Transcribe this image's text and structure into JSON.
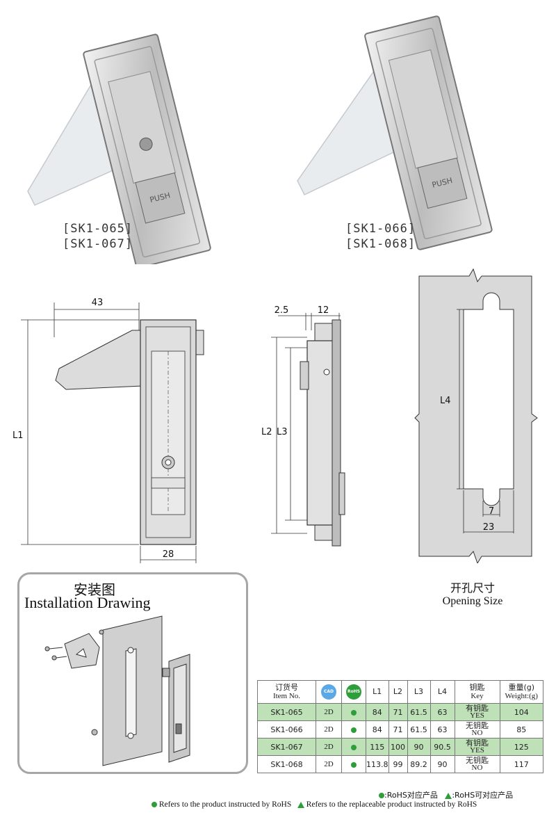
{
  "products": {
    "left": {
      "code1": "[SK1-065]",
      "code2": "[SK1-067]"
    },
    "right": {
      "code1": "[SK1-066]",
      "code2": "[SK1-068]"
    },
    "button_text": "PUSH"
  },
  "dimensions": {
    "d43": "43",
    "l1": "L1",
    "d28": "28",
    "d2_5": "2.5",
    "d12": "12",
    "l2": "L2",
    "l3": "L3",
    "l4": "L4",
    "d7": "7",
    "d23": "23"
  },
  "opening": {
    "title_cn": "开孔尺寸",
    "title_en": "Opening Size"
  },
  "installation": {
    "title_cn": "安装图",
    "title_en": "Installation Drawing"
  },
  "table": {
    "headers": {
      "item_cn": "订货号",
      "item_en": "Item No.",
      "cad": "CAD",
      "rohs": "RoHS",
      "l1": "L1",
      "l2": "L2",
      "l3": "L3",
      "l4": "L4",
      "key_cn": "钥匙",
      "key_en": "Key",
      "weight_cn": "重量(g)",
      "weight_en": "Weight:(g)"
    },
    "rows": [
      {
        "item": "SK1-065",
        "cad": "2D",
        "l1": "84",
        "l2": "71",
        "l3": "61.5",
        "l4": "63",
        "key_cn": "有钥匙",
        "key_en": "YES",
        "weight": "104"
      },
      {
        "item": "SK1-066",
        "cad": "2D",
        "l1": "84",
        "l2": "71",
        "l3": "61.5",
        "l4": "63",
        "key_cn": "无钥匙",
        "key_en": "NO",
        "weight": "85"
      },
      {
        "item": "SK1-067",
        "cad": "2D",
        "l1": "115",
        "l2": "100",
        "l3": "90",
        "l4": "90.5",
        "key_cn": "有钥匙",
        "key_en": "YES",
        "weight": "125"
      },
      {
        "item": "SK1-068",
        "cad": "2D",
        "l1": "113.8",
        "l2": "99",
        "l3": "89.2",
        "l4": "90",
        "key_cn": "无钥匙",
        "key_en": "NO",
        "weight": "117"
      }
    ]
  },
  "legend": {
    "rohs_cn": ":RoHS对应产品",
    "replaceable_cn": ":RoHS可对应产品",
    "rohs_en": "Refers to the product instructed by RoHS",
    "replaceable_en": "Refers to the replaceable product instructed by RoHS"
  },
  "colors": {
    "rohs_green": "#2e9e3a",
    "row_green": "#bfe1b8",
    "drawing_gray": "#d9d9d9"
  }
}
